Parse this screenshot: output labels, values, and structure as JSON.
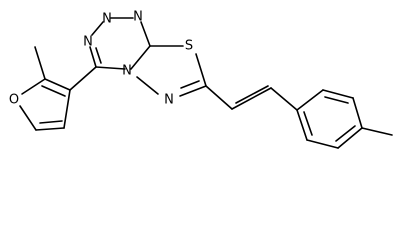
{
  "molecule": {
    "atom_labels": {
      "n1": "N",
      "n2": "N",
      "n3": "N",
      "n4": "N",
      "s": "S",
      "o": "O"
    }
  }
}
